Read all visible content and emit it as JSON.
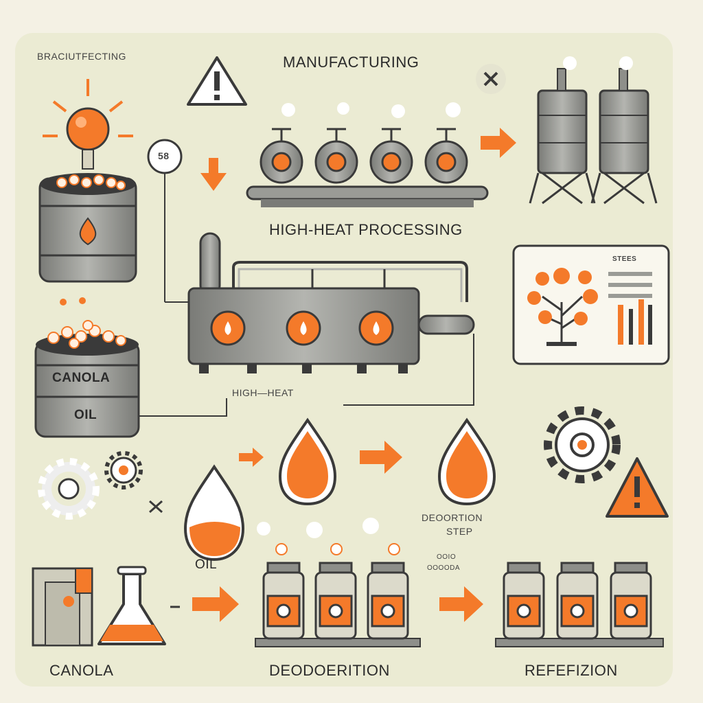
{
  "labels": {
    "top_left": "BRACIUTFECTING",
    "manufacturing": "MANUFACTURING",
    "badge": "58",
    "high_heat_processing": "HIGH-HEAT PROCESSING",
    "steps_card": "STEES",
    "canola_barrel_line1": "CANOLA",
    "canola_barrel_line2": "OIL",
    "high_heat": "HIGH—HEAT",
    "oil": "OIL",
    "deodortion_step_line1": "DEOORTION",
    "deodortion_step_line2": "STEP",
    "small_note_line1": "OOIO",
    "small_note_line2": "OOOODA",
    "canola": "CANOLA",
    "deodoerition": "DEODOERITION",
    "refefizion": "REFEFIZION"
  },
  "colors": {
    "accent_orange": "#f47a2a",
    "steel_gray": "#8e8f8a",
    "dark_outline": "#3a3a3a",
    "background": "#ebebd3"
  },
  "icons": [
    "sun-bulb-icon",
    "warning-icon",
    "close-x-icon",
    "gear-icon",
    "oil-drop-icon",
    "arrow-right-icon",
    "arrow-down-icon",
    "flask-icon",
    "tree-icon",
    "silo-icon",
    "bottle-icon"
  ]
}
